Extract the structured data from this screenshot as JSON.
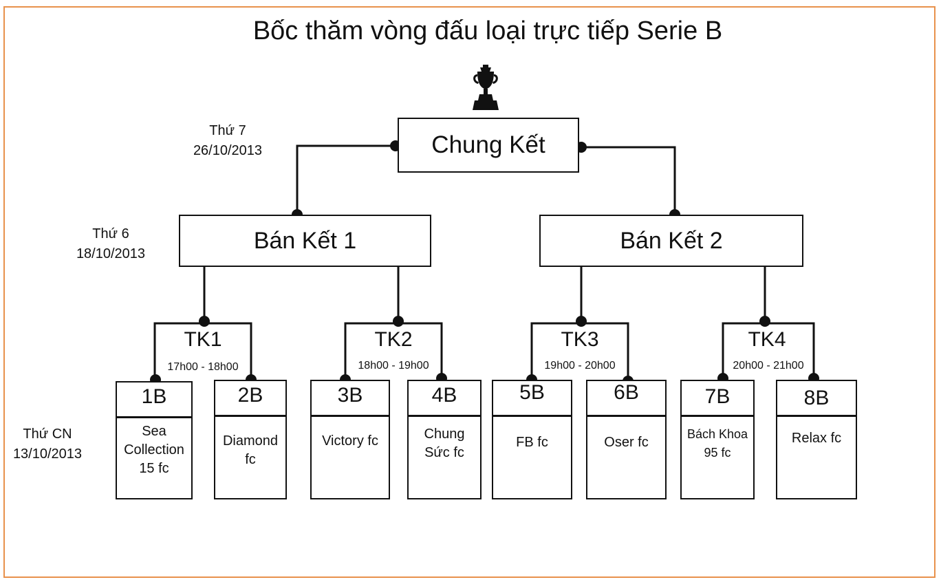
{
  "title": "Bốc thăm vòng đấu loại trực tiếp Serie B",
  "final": {
    "label": "Chung Kết",
    "day": "Thứ 7",
    "date": "26/10/2013"
  },
  "semifinals": {
    "day": "Thứ 6",
    "date": "18/10/2013",
    "items": [
      {
        "label": "Bán Kết 1"
      },
      {
        "label": "Bán Kết 2"
      }
    ]
  },
  "quarterfinals": [
    {
      "label": "TK1",
      "time": "17h00 - 18h00"
    },
    {
      "label": "TK2",
      "time": "18h00 - 19h00"
    },
    {
      "label": "TK3",
      "time": "19h00 - 20h00"
    },
    {
      "label": "TK4",
      "time": "20h00 - 21h00"
    }
  ],
  "round1": {
    "day": "Thứ CN",
    "date": "13/10/2013"
  },
  "teams": [
    {
      "code": "1B",
      "name": "Sea\nCollection\n15 fc"
    },
    {
      "code": "2B",
      "name": "Diamond\nfc"
    },
    {
      "code": "3B",
      "name": "Victory fc"
    },
    {
      "code": "4B",
      "name": "Chung\nSức fc"
    },
    {
      "code": "5B",
      "name": "FB fc"
    },
    {
      "code": "6B",
      "name": "Oser fc"
    },
    {
      "code": "7B",
      "name": "Bách Khoa\n95 fc"
    },
    {
      "code": "8B",
      "name": "Relax fc"
    }
  ],
  "icons": {
    "trophy": "trophy-icon"
  },
  "colors": {
    "frame": "#e8914b",
    "lines": "#111111"
  }
}
